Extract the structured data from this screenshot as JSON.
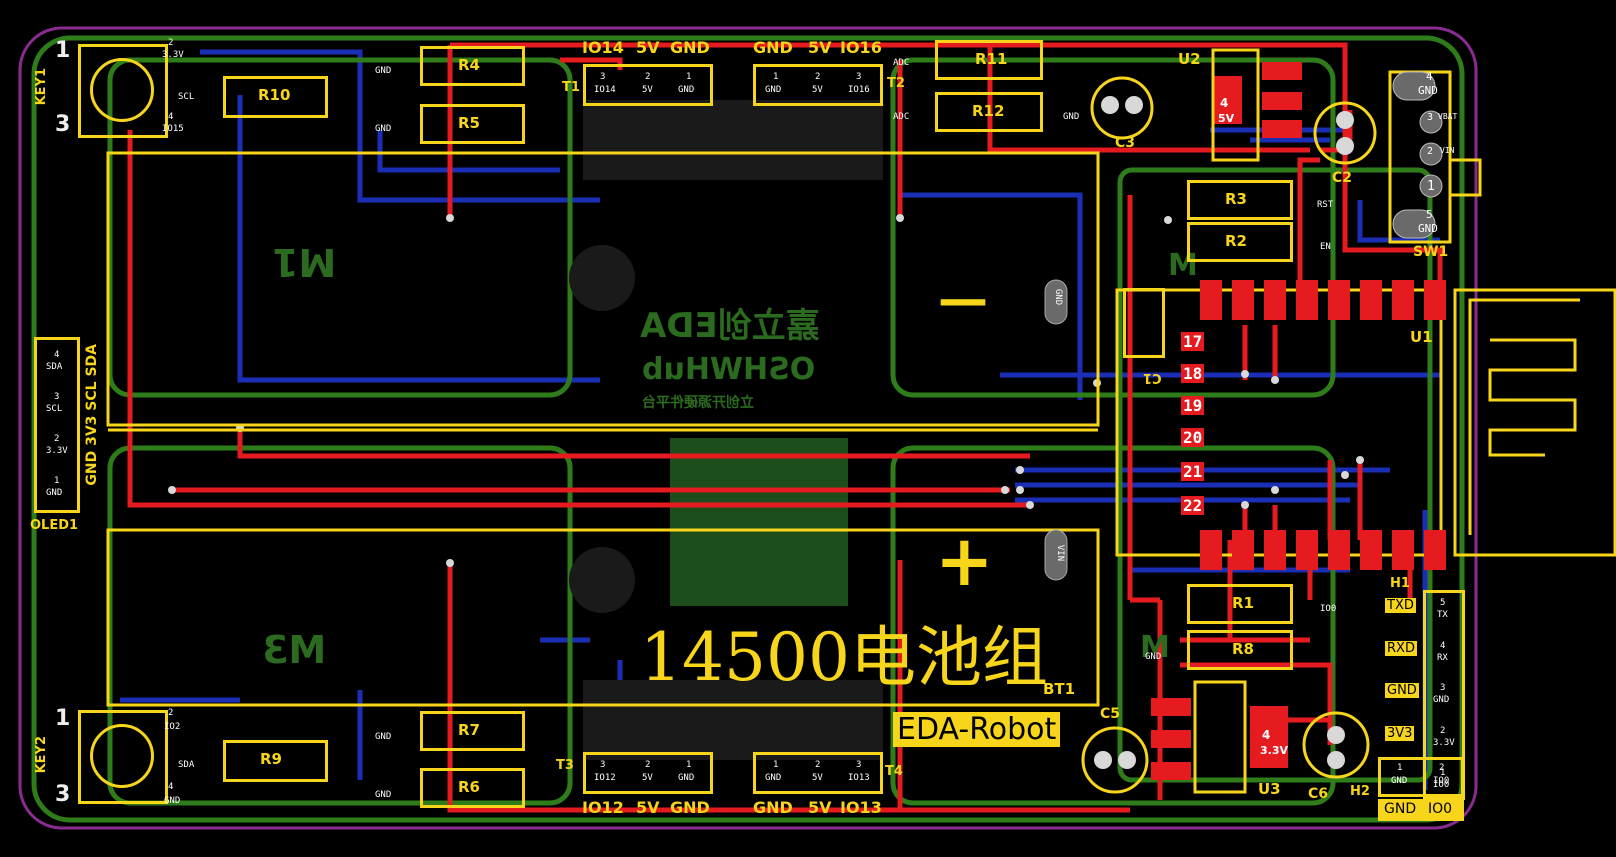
{
  "board": {
    "title": "14500电池组",
    "brand_box": "EDA-Robot",
    "bt_ref": "BT1",
    "watermark_cn": "嘉立创EDA",
    "watermark_hub": "OSHWHub",
    "watermark_sub": "立创开源硬件平台",
    "minus": "—",
    "plus": "+"
  },
  "colors": {
    "board_bg": "#000000",
    "silk": "#f7d51a",
    "top_copper": "#e51b20",
    "bottom_copper": "#1a2fb5",
    "outline": "#8a2b8f",
    "courtyard": "#2e7d1a"
  },
  "motors": {
    "m1": "M1",
    "m3": "M3",
    "m2": "M",
    "m4": "M"
  },
  "keys": {
    "key1": "KEY1",
    "key2": "KEY2"
  },
  "key1_pins": {
    "p1": "1",
    "p2": "2",
    "p3": "3",
    "p4": "4",
    "n2": "3.3V",
    "n3": "SCL",
    "n4": "IO15"
  },
  "key2_pins": {
    "p1": "1",
    "p2": "2",
    "p3": "3",
    "p4": "4",
    "n2": "IO2",
    "n3": "SDA",
    "n4": "GND"
  },
  "resistors": {
    "r1": "R1",
    "r2": "R2",
    "r3": "R3",
    "r4": "R4",
    "r5": "R5",
    "r6": "R6",
    "r7": "R7",
    "r8": "R8",
    "r9": "R9",
    "r10": "R10",
    "r11": "R11",
    "r12": "R12"
  },
  "caps": {
    "c1": "C1",
    "c2": "C2",
    "c3": "C3",
    "c5": "C5",
    "c6": "C6"
  },
  "regs": {
    "u2": "U2",
    "u3": "U3",
    "u2_pin": "4",
    "u2_net": "5V",
    "u3_pin": "4",
    "u3_net": "3.3V"
  },
  "u1": {
    "ref": "U1",
    "pins": [
      "17",
      "18",
      "19",
      "20",
      "21",
      "22"
    ]
  },
  "sw1": {
    "ref": "SW1",
    "pins": [
      {
        "num": "4",
        "net": "GND"
      },
      {
        "num": "3",
        "net": "VBAT"
      },
      {
        "num": "2",
        "net": "VIN"
      },
      {
        "num": "1",
        "net": ""
      },
      {
        "num": "5",
        "net": "GND"
      }
    ]
  },
  "oled": {
    "ref": "OLED1",
    "side_label": "GND 3V3 SCL SDA",
    "pins": [
      {
        "num": "4",
        "net": "SDA"
      },
      {
        "num": "3",
        "net": "SCL"
      },
      {
        "num": "2",
        "net": "3.3V"
      },
      {
        "num": "1",
        "net": "GND"
      }
    ]
  },
  "t1": {
    "ref": "T1",
    "header": [
      "IO14",
      "5V",
      "GND"
    ],
    "pins": [
      {
        "num": "3",
        "net": "IO14"
      },
      {
        "num": "2",
        "net": "5V"
      },
      {
        "num": "1",
        "net": "GND"
      }
    ]
  },
  "t2": {
    "ref": "T2",
    "header": [
      "GND",
      "5V",
      "IO16"
    ],
    "pins": [
      {
        "num": "1",
        "net": "GND"
      },
      {
        "num": "2",
        "net": "5V"
      },
      {
        "num": "3",
        "net": "IO16"
      }
    ]
  },
  "t3": {
    "ref": "T3",
    "header": [
      "IO12",
      "5V",
      "GND"
    ],
    "pins": [
      {
        "num": "3",
        "net": "IO12"
      },
      {
        "num": "2",
        "net": "5V"
      },
      {
        "num": "1",
        "net": "GND"
      }
    ]
  },
  "t4": {
    "ref": "T4",
    "header": [
      "GND",
      "5V",
      "IO13"
    ],
    "pins": [
      {
        "num": "1",
        "net": "GND"
      },
      {
        "num": "2",
        "net": "5V"
      },
      {
        "num": "3",
        "net": "IO13"
      }
    ]
  },
  "h1": {
    "ref": "H1",
    "labels": [
      "TXD",
      "RXD",
      "GND",
      "3V3"
    ],
    "pins": [
      {
        "num": "5",
        "net": "TX"
      },
      {
        "num": "4",
        "net": "RX"
      },
      {
        "num": "3",
        "net": "GND"
      },
      {
        "num": "2",
        "net": "3.3V"
      },
      {
        "num": "1",
        "net": "IO0"
      }
    ]
  },
  "h2": {
    "ref": "H2",
    "labels": [
      "GND",
      "IO0"
    ],
    "pins": [
      {
        "num": "1",
        "net": "GND"
      },
      {
        "num": "2",
        "net": "IO0"
      }
    ]
  },
  "pads": {
    "gnd": "GND",
    "adc": "ADC",
    "rst": "RST",
    "en": "EN",
    "io0": "IO0",
    "vin": "VIN",
    "n1": "1",
    "n2": "2"
  }
}
